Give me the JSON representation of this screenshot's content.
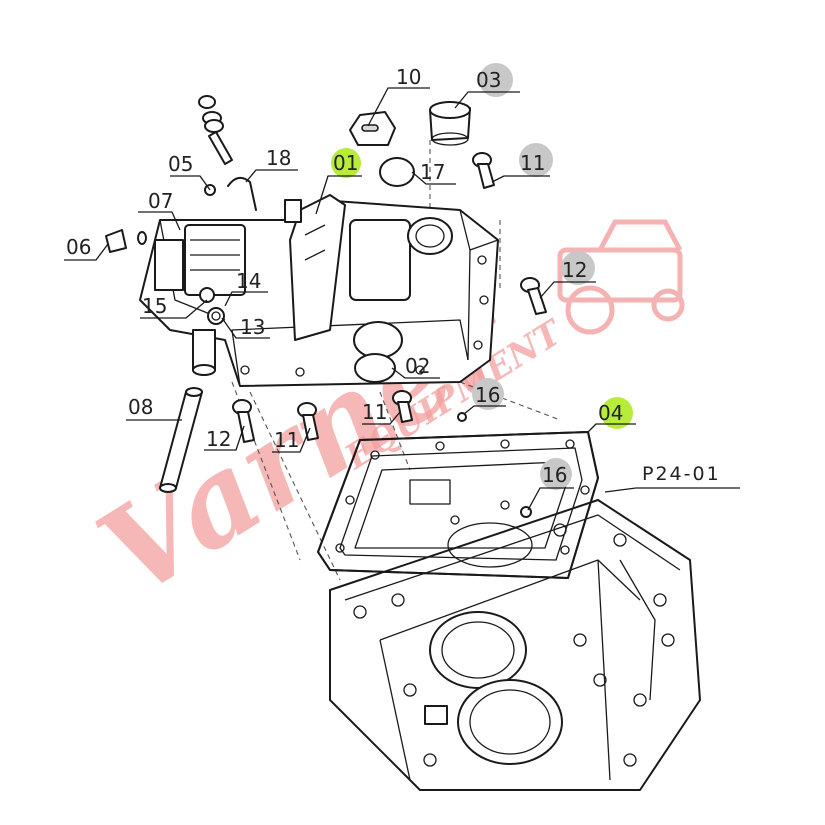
{
  "diagram": {
    "page_code": "P24-01",
    "watermark": "Varner",
    "watermark_sub": "EQUIPMENT",
    "highlight_color": "#b8ec3a",
    "callouts": [
      {
        "id": "c10",
        "text": "10",
        "highlight": false
      },
      {
        "id": "c03",
        "text": "03",
        "highlight": true,
        "grey": true
      },
      {
        "id": "c05",
        "text": "05",
        "highlight": false
      },
      {
        "id": "c18",
        "text": "18",
        "highlight": false
      },
      {
        "id": "c01",
        "text": "01",
        "highlight": true
      },
      {
        "id": "c17",
        "text": "17",
        "highlight": false
      },
      {
        "id": "c11a",
        "text": "11",
        "highlight": false
      },
      {
        "id": "c07",
        "text": "07",
        "highlight": false
      },
      {
        "id": "c06",
        "text": "06",
        "highlight": false
      },
      {
        "id": "c12a",
        "text": "12",
        "highlight": false
      },
      {
        "id": "c14",
        "text": "14",
        "highlight": false
      },
      {
        "id": "c15",
        "text": "15",
        "highlight": false
      },
      {
        "id": "c13",
        "text": "13",
        "highlight": false
      },
      {
        "id": "c02",
        "text": "02",
        "highlight": false
      },
      {
        "id": "c16a",
        "text": "16",
        "highlight": false
      },
      {
        "id": "c11b",
        "text": "11",
        "highlight": false
      },
      {
        "id": "c08",
        "text": "08",
        "highlight": false
      },
      {
        "id": "c12b",
        "text": "12",
        "highlight": false
      },
      {
        "id": "c11c",
        "text": "11",
        "highlight": false
      },
      {
        "id": "c04",
        "text": "04",
        "highlight": true
      },
      {
        "id": "c16b",
        "text": "16",
        "highlight": false
      }
    ]
  }
}
